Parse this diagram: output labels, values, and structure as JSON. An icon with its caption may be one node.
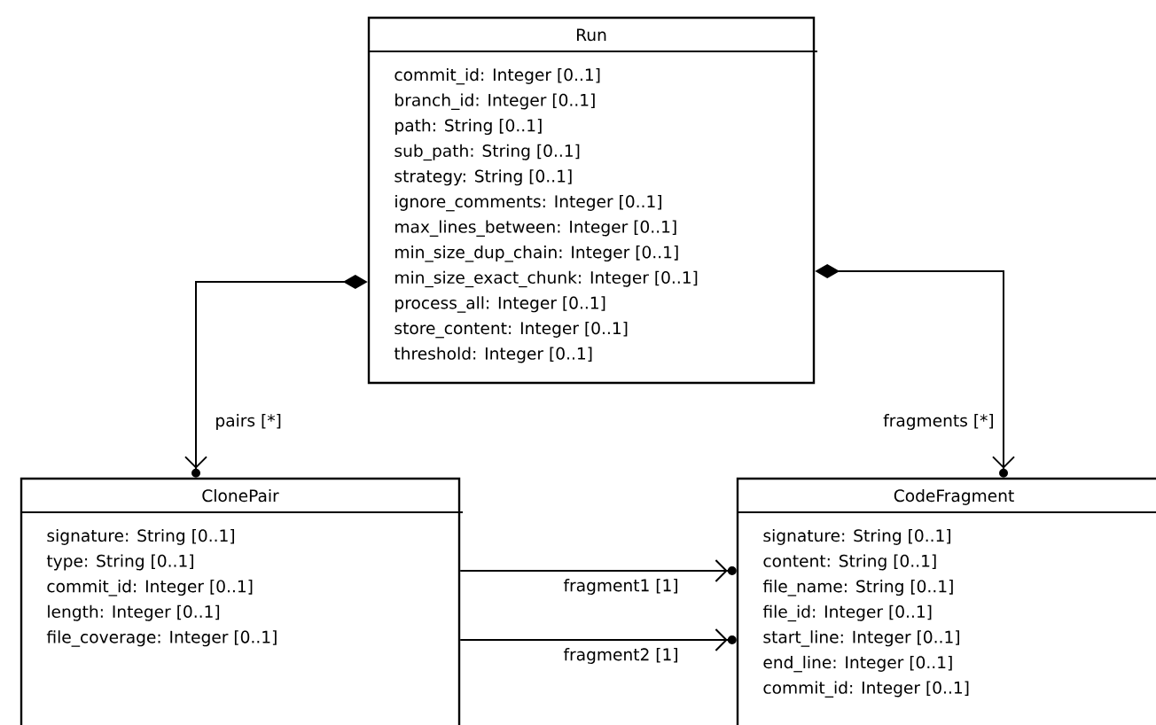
{
  "diagram": {
    "nodes": [
      {
        "text": [
          "Run",
          "commit_id: Integer [0..1]",
          "branch_id: Integer [0..1]",
          "path: String [0..1]",
          "sub_path: String [0..1]",
          "strategy: String [0..1]",
          "ignore_comments: Integer [0..1]",
          "max_lines_between: Integer [0..1]",
          "min_size_dup_chain: Integer [0..1]",
          "min_size_exact_chunk: Integer [0..1]",
          "process_all: Integer [0..1]",
          "store_content: Integer [0..1]",
          "threshold: Integer [0..1]"
        ]
      },
      {
        "text": [
          "ClonePair",
          "signature: String [0..1]",
          "type: String [0..1]",
          "commit_id: Integer [0..1]",
          "length: Integer [0..1]",
          "file_coverage: Integer [0..1]"
        ]
      },
      {
        "text": [
          "CodeFragment",
          "signature: String [0..1]",
          "content: String [0..1]",
          "file_name: String [0..1]",
          "file_id: Integer [0..1]",
          "start_line: Integer [0..1]",
          "end_line: Integer [0..1]",
          "commit_id: Integer [0..1]"
        ]
      }
    ],
    "edges": [
      {
        "from": 0,
        "to": 1,
        "arrow": "to",
        "label": "pairs [*]"
      },
      {
        "from": 0,
        "to": 2,
        "arrow": "to",
        "label": "fragments [*]"
      },
      {
        "from": 1,
        "to": 2,
        "arrow": "to",
        "label": "fragment1 [1]"
      },
      {
        "from": 1,
        "to": 2,
        "arrow": "to",
        "label": "fragment2 [1]"
      }
    ]
  }
}
